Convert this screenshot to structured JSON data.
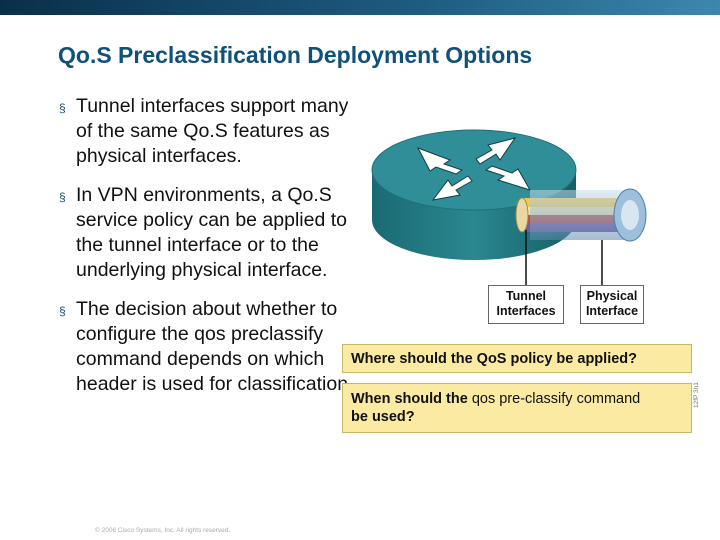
{
  "slide": {
    "title": "Qo.S Preclassification Deployment Options",
    "bullets": [
      "Tunnel interfaces support many of the same Qo.S features as physical interfaces.",
      "In VPN environments, a Qo.S service policy can be applied to the tunnel interface or to the underlying physical interface.",
      "The decision about whether to configure the qos preclassify command depends on which header is used for classification."
    ],
    "bullet_marker": "§",
    "footer": "© 2006 Cisco Systems, Inc. All rights reserved."
  },
  "diagram": {
    "label_tunnel": [
      "Tunnel",
      "Interfaces"
    ],
    "label_physical": [
      "Physical",
      "Interface"
    ],
    "question_1": "Where should the QoS policy be applied?",
    "question_2_bold_1": "When should the",
    "question_2_normal": "qos pre-classify command",
    "question_2_bold_2": "be used?",
    "figure_id": "12fP 3h1",
    "colors": {
      "router_top": "#2f8e98",
      "router_side": "#1d6f78",
      "tunnel_yellow": "#f2c84a",
      "tunnel_red": "#c24a3a",
      "tunnel_purple": "#7a5aa0",
      "pipe_blue": "#7fa9cc",
      "question_fill": "#fbeaa2",
      "title": "#0f5178"
    }
  }
}
